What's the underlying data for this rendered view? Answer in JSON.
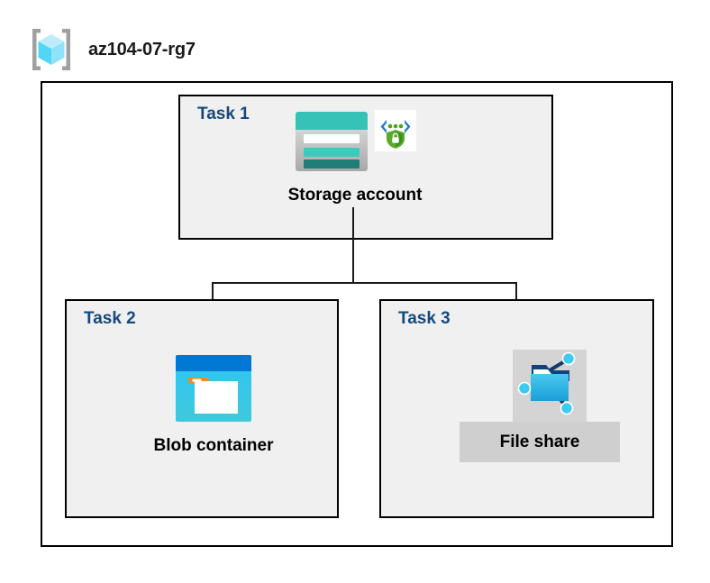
{
  "diagram": {
    "resource_group": {
      "name": "az104-07-rg7",
      "icon": "resource-group-cube-icon"
    },
    "tasks": [
      {
        "id": "task-1",
        "label": "Task 1",
        "node_caption": "Storage account",
        "node_icon": "storage-account-icon",
        "badge_icon": "secure-endpoint-shield-icon"
      },
      {
        "id": "task-2",
        "label": "Task 2",
        "node_caption": "Blob container",
        "node_icon": "blob-container-icon"
      },
      {
        "id": "task-3",
        "label": "Task 3",
        "node_caption": "File share",
        "node_icon": "file-share-icon"
      }
    ],
    "connections": [
      {
        "from": "Storage account",
        "to": "Blob container"
      },
      {
        "from": "Storage account",
        "to": "File share"
      }
    ],
    "colors": {
      "box_border": "#000000",
      "task_fill": "#f0f0f0",
      "canvas_fill": "#ffffff",
      "task_label": "#15497c",
      "caption": "#000000",
      "connector": "#1a1a1a",
      "storage_teal": "#37c2b7",
      "storage_teal_dark": "#1f7e75",
      "blob_blue": "#0078d4",
      "blob_cyan": "#32c8f0",
      "blob_orange": "#f08020",
      "fileshare_cyan": "#34c6f0",
      "shield_green": "#4aa324",
      "selection_gray": "#d0d0d0"
    }
  }
}
